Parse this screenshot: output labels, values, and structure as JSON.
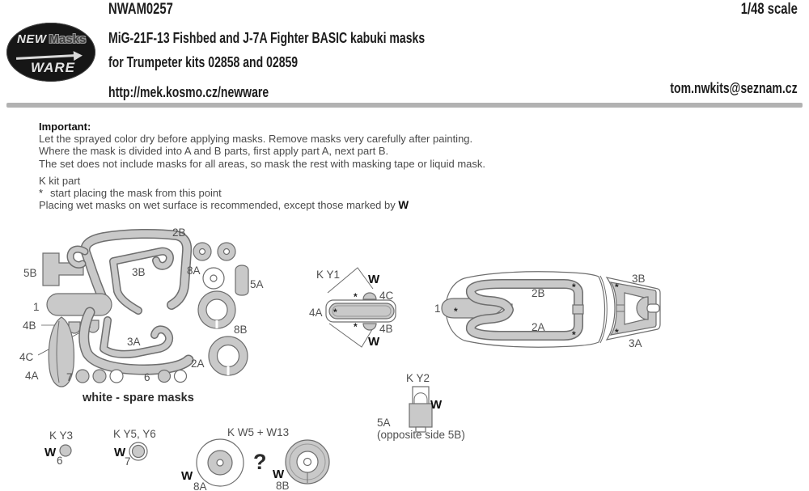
{
  "header": {
    "product_code": "NWAM0257",
    "scale": "1/48 scale",
    "title_line1": "MiG-21F-13 Fishbed and J-7A Fighter BASIC kabuki masks",
    "title_line2": "for Trumpeter kits 02858 and 02859",
    "url": "http://mek.kosmo.cz/newware",
    "email": "tom.nwkits@seznam.cz",
    "logo": {
      "word1": "NEW",
      "word2": "Masks",
      "word3": "WARE"
    }
  },
  "instructions": {
    "heading": "Important:",
    "line1": "Let the sprayed color dry before applying masks. Remove masks very carefully after painting.",
    "line2": "Where the mask is divided into A and B parts, first apply part A, next part B.",
    "line3": "The set does not include masks for all areas, so mask the rest with masking tape or liquid mask.",
    "line4": "K kit part",
    "line5_star": "*",
    "line5": "start placing the mask from this point",
    "line6": "Placing wet masks on wet surface is recommended, except those marked by",
    "line6_w": "W"
  },
  "sheet": {
    "caption": "white - spare masks",
    "labels": {
      "b2": "2B",
      "a8": "8A",
      "a5": "5A",
      "b5": "5B",
      "b3": "3B",
      "n1": "1",
      "b4": "4B",
      "b8": "8B",
      "a3": "3A",
      "c4": "4C",
      "a4": "4A",
      "a2": "2A",
      "n6": "6",
      "n7": "7"
    }
  },
  "diagrams": {
    "y1": {
      "title": "K Y1",
      "w": "W",
      "l4c": "4C",
      "l4a": "4A",
      "l4b": "4B"
    },
    "canopy": {
      "n1": "1",
      "b2": "2B",
      "a2": "2A",
      "b3": "3B",
      "a3": "3A"
    },
    "y2": {
      "title": "K Y2",
      "w": "W",
      "l5a": "5A",
      "note": "(opposite side 5B)"
    },
    "y3": {
      "title": "K Y3",
      "w": "W",
      "l6": "6"
    },
    "y56": {
      "title": "K Y5, Y6",
      "w": "W",
      "l7": "7"
    },
    "wheels": {
      "title": "K W5 + W13",
      "w": "W",
      "l8a": "8A",
      "l8b": "8B",
      "q": "?"
    }
  },
  "sym": {
    "asterisk": "*"
  },
  "colors": {
    "mask_fill": "#c9c9c9",
    "mask_outline": "#6e6e6e",
    "text_gray": "#4f4f4f",
    "bar": "#b2b2b2",
    "logo_bg": "#161616"
  }
}
